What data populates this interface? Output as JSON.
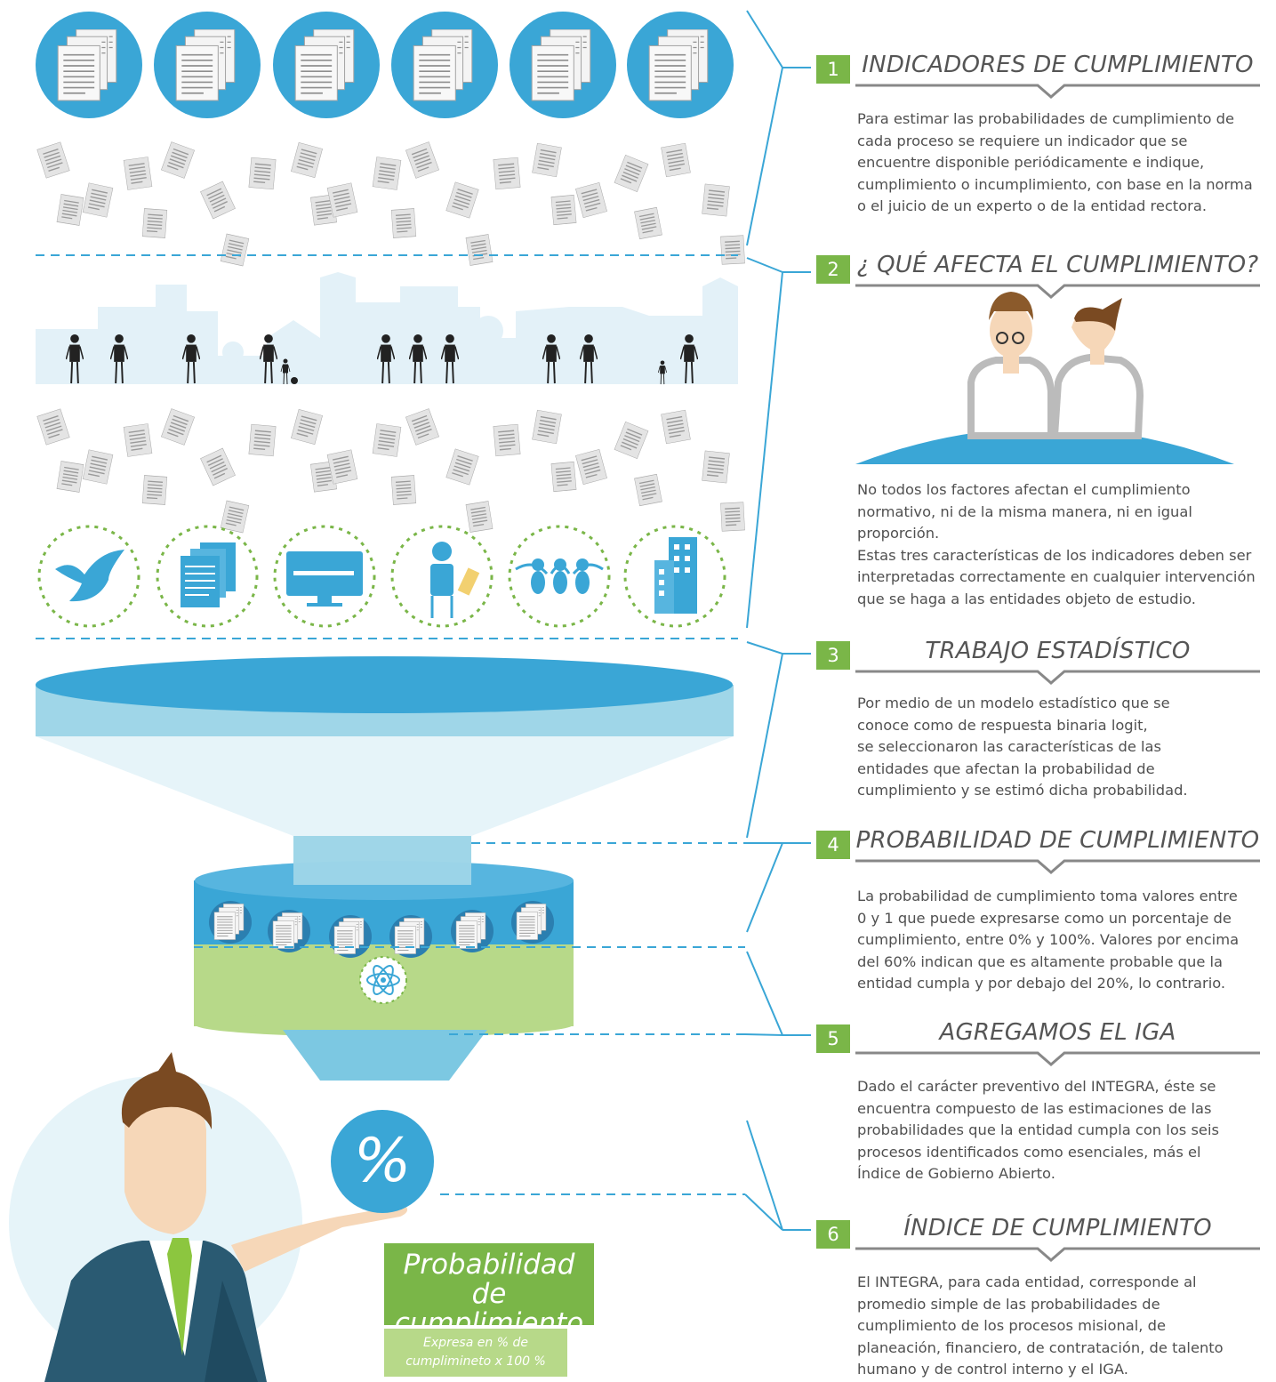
{
  "colors": {
    "blue": "#3aa6d6",
    "light_blue": "#9fd6e8",
    "green": "#7ab648",
    "light_green": "#b7d989",
    "gray": "#8a8a8a"
  },
  "steps": [
    {
      "num": "1",
      "title": "INDICADORES DE CUMPLIMIENTO",
      "lines": [
        "Para estimar las probabilidades de cumplimiento de",
        "cada proceso se requiere un indicador que se",
        "encuentre disponible periódicamente e indique,",
        "cumplimiento o incumplimiento, con base en la norma",
        "o el juicio de un experto o de la entidad rectora."
      ]
    },
    {
      "num": "2",
      "title": "¿ QUÉ AFECTA EL CUMPLIMIENTO?",
      "lines": [
        "No todos los factores afectan el cumplimiento",
        "normativo, ni de la misma manera, ni en igual proporción.",
        "Estas tres características de los indicadores deben ser",
        "interpretadas correctamente en cualquier intervención",
        "que se haga a las entidades objeto de estudio."
      ]
    },
    {
      "num": "3",
      "title": "TRABAJO ESTADÍSTICO",
      "lines": [
        "Por medio de un modelo estadístico que se",
        "conoce como de respuesta binaria logit,",
        "se  seleccionaron  las características de las",
        "entidades  que afectan la probabilidad de",
        "cumplimiento y se estimó dicha probabilidad."
      ]
    },
    {
      "num": "4",
      "title": "PROBABILIDAD DE CUMPLIMIENTO",
      "lines": [
        "La probabilidad de cumplimiento toma valores entre",
        "0 y 1 que puede expresarse como un porcentaje de",
        "cumplimiento,  entre 0% y 100%. Valores por encima",
        "del 60% indican que es altamente probable que la",
        "entidad cumpla y por debajo del 20%, lo contrario."
      ]
    },
    {
      "num": "5",
      "title": "AGREGAMOS EL IGA",
      "lines": [
        "Dado el carácter preventivo del INTEGRA, éste se",
        "encuentra compuesto de las estimaciones de las",
        "probabilidades que la entidad cumpla con los seis",
        "procesos identificados como esenciales, más el",
        "Índice de Gobierno Abierto."
      ]
    },
    {
      "num": "6",
      "title": "ÍNDICE DE CUMPLIMIENTO",
      "lines": [
        "El INTEGRA, para cada entidad, corresponde al",
        "promedio simple de las probabilidades de",
        "cumplimiento de los procesos misional, de",
        "planeación, financiero, de contratación, de talento",
        "humano y de control interno y el IGA."
      ]
    }
  ],
  "percent_symbol": "%",
  "ribbon": {
    "line1": "Probabilidad de",
    "line2": "cumplimiento",
    "sub1": "Expresa en % de",
    "sub2": "cumplimineto x 100 %"
  }
}
